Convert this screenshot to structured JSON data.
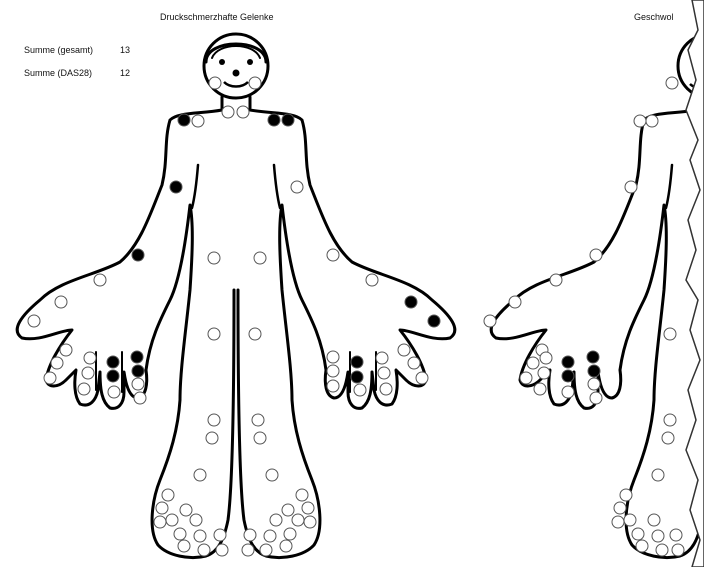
{
  "panels": [
    {
      "title": "Druckschmerzhafte Gelenke"
    },
    {
      "title": "Geschwol"
    }
  ],
  "summary": [
    {
      "label": "Summe (gesamt)",
      "value": "13"
    },
    {
      "label": "Summe (DAS28)",
      "value": "12"
    }
  ],
  "colors": {
    "filled_joint": "#000000",
    "empty_joint": "#ffffff",
    "outline": "#000000"
  }
}
